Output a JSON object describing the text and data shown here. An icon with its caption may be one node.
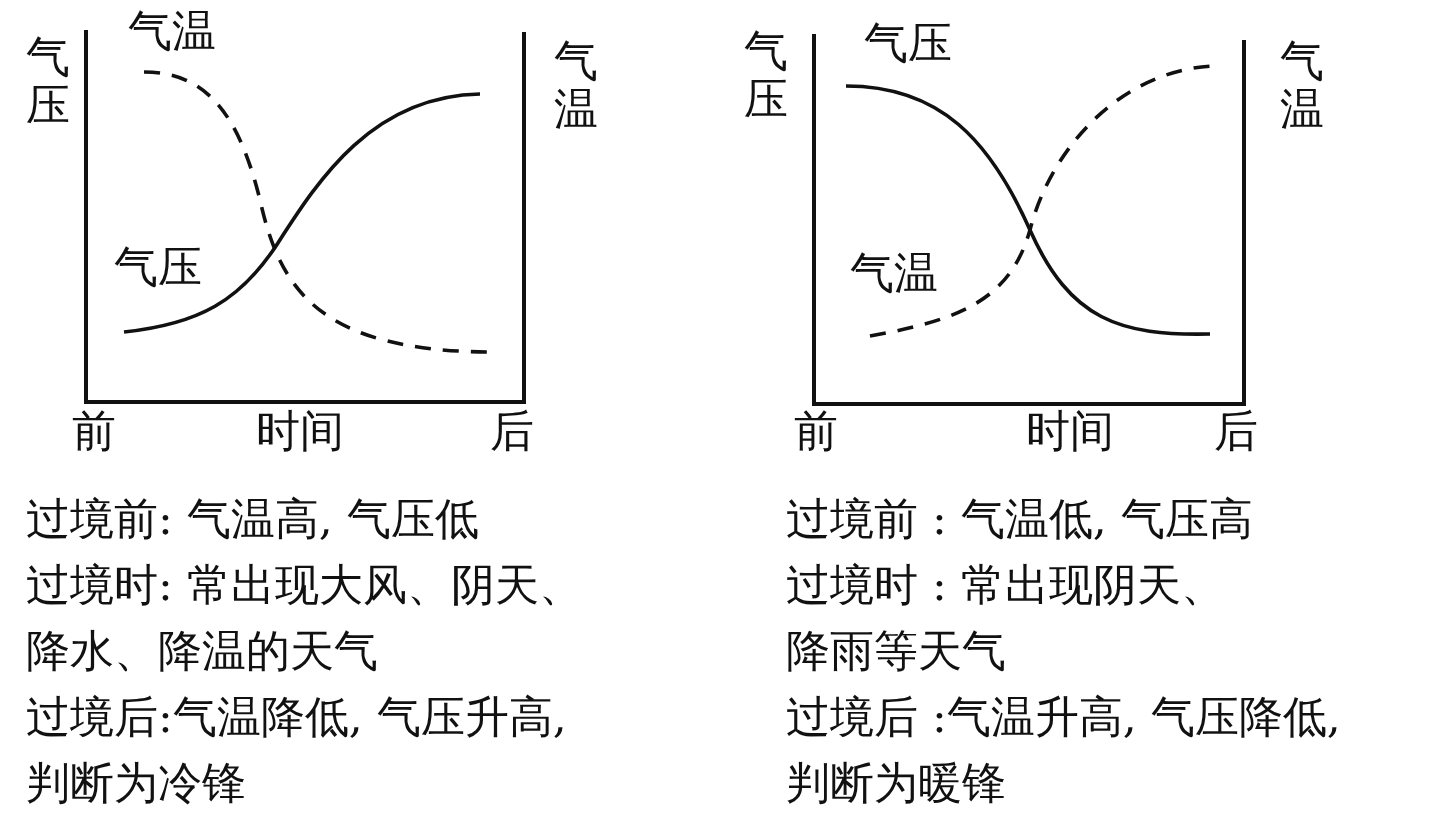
{
  "diagram": {
    "labels": [
      "气压",
      "气温",
      "气温",
      "气压",
      "前",
      "时间",
      "后",
      "过境前: 气温高, 气压低",
      "过境时: 常出现大风、阴天、降水、降温的天气",
      "过境后:气温降低, 气压升高, 判断为冷锋",
      "气压",
      "气压",
      "气温",
      "气温",
      "前",
      "时间",
      "后",
      "过境前 : 气温低, 气压高",
      "过境时 : 常出现阴天、降雨等天气",
      "过境后 :气温升高, 气压降低, 判断为暖锋"
    ]
  }
}
